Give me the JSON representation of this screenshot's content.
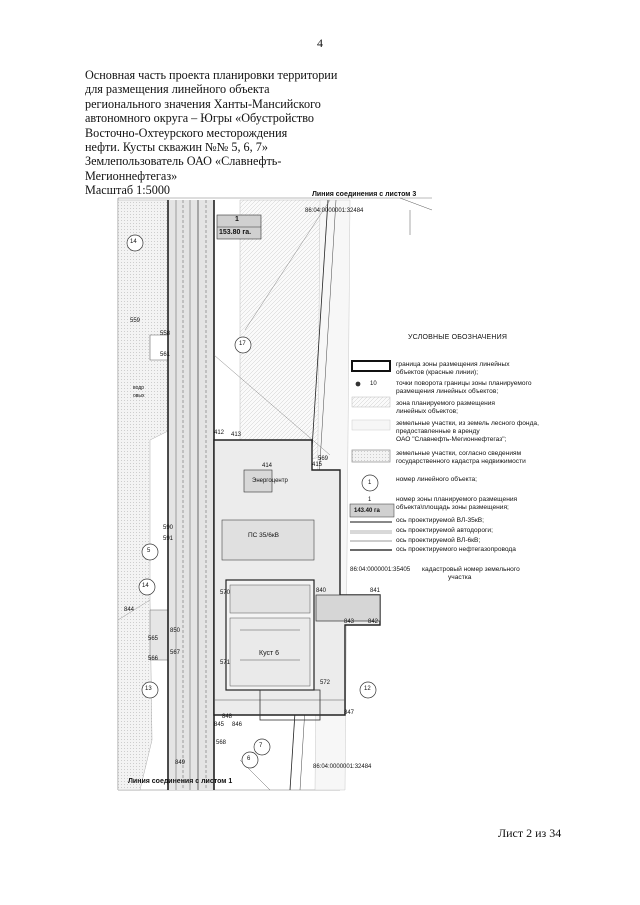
{
  "page_number": "4",
  "header": {
    "lines": [
      "Основная часть проекта планировки территории",
      "для размещения линейного объекта",
      "регионального значения Ханты-Мансийского",
      "автономного округа – Югры  «Обустройство",
      "Восточно-Охтеурского месторождения",
      "нефти. Кусты скважин №№ 5, 6, 7»",
      "Землепользователь ОАО «Славнефть-",
      "Мегионнефтегаз»",
      "Масштаб 1:5000"
    ]
  },
  "map": {
    "connection_top": "Линия соединения с листом 3",
    "connection_bottom": "Линия соединения с листом 1",
    "cadastral_top": "86:04:0000001:32484",
    "cadastral_bottom": "86:04:0000001:32484",
    "zone_label_top": {
      "number": "1",
      "area": "153.80 га."
    },
    "circle_labels": [
      "14",
      "17",
      "5",
      "14",
      "13",
      "12",
      "7",
      "6"
    ],
    "point_labels": [
      "559",
      "558",
      "561",
      "412",
      "413",
      "414",
      "415",
      "590",
      "591",
      "840",
      "841",
      "842",
      "843",
      "844",
      "845",
      "846",
      "847",
      "848",
      "849",
      "850",
      "565",
      "566",
      "567",
      "568",
      "569",
      "570",
      "571",
      "572"
    ],
    "object_labels": {
      "energocentr": "Энергоцентр",
      "ps": "ПС 35/6кВ",
      "kust": "Куст 6",
      "forest_a": "водр",
      "forest_b": "овых"
    }
  },
  "legend": {
    "title": "УСЛОВНЫЕ ОБОЗНАЧЕНИЯ",
    "items": [
      {
        "lines": [
          "граница зоны размещения линейных",
          "объектов (красные линии);"
        ]
      },
      {
        "symbol_text": "10",
        "lines": [
          "точки поворота границы зоны планируемого",
          "размещения линейных объектов;"
        ]
      },
      {
        "lines": [
          "зона планируемого размещения",
          "линейных объектов;"
        ]
      },
      {
        "lines": [
          "земельные участки, из земель лесного фонда,",
          "предоставленные в аренду",
          "ОАО \"Славнефть-Мегионнефтегаз\";"
        ]
      },
      {
        "lines": [
          "земельные участки, согласно сведениям",
          "государственного кадастра недвижимости"
        ]
      },
      {
        "symbol_text": "1",
        "lines": [
          "номер линейного объекта;"
        ]
      },
      {
        "symbol_text": "1",
        "symbol_sub": "143.40 га",
        "lines": [
          "номер зоны планируемого размещения",
          "объекта\\площадь зоны размещения;"
        ]
      },
      {
        "lines": [
          "ось проектируемой ВЛ-35кВ;"
        ]
      },
      {
        "lines": [
          "ось проектируемой автодороги;"
        ]
      },
      {
        "lines": [
          "ось проектируемой ВЛ-6кВ;"
        ]
      },
      {
        "lines": [
          "ось проектируемого нефтегазопровода"
        ]
      },
      {
        "symbol_text": "86:04:0000001:35405",
        "lines": [
          "кадастровый номер земельного",
          "участка"
        ]
      }
    ]
  },
  "footer": "Лист 2 из 34"
}
